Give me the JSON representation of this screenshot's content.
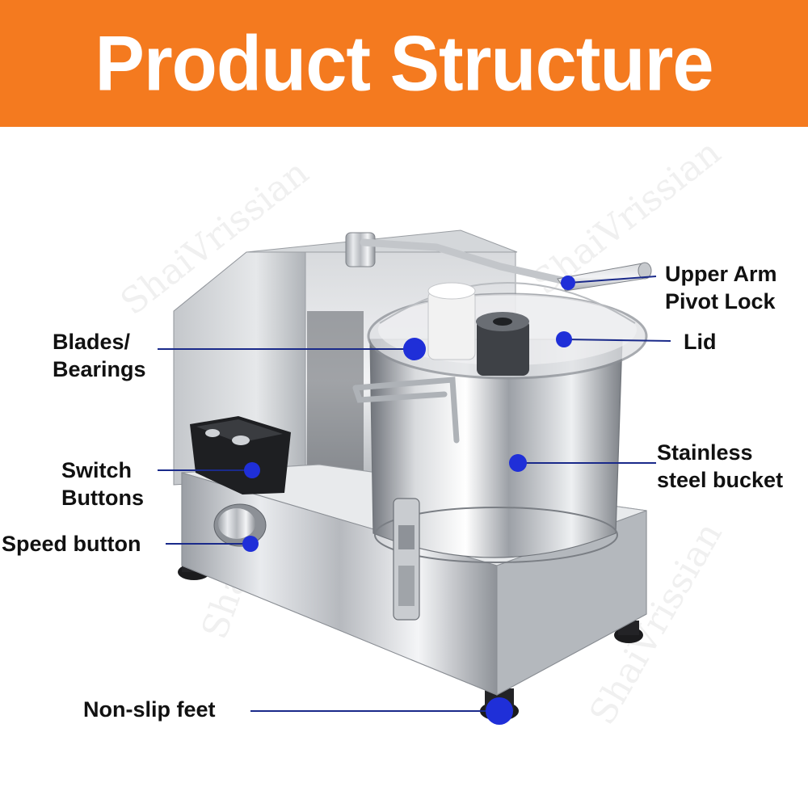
{
  "title": "Product Structure",
  "watermark": "ShaiVrissian",
  "colors": {
    "banner": "#f47a1f",
    "marker": "#1f2fd8",
    "leader": "#1a2a8a"
  },
  "callouts": {
    "upper_arm": {
      "line1": "Upper Arm",
      "line2": "Pivot Lock"
    },
    "lid": {
      "line1": "Lid"
    },
    "blades": {
      "line1": "Blades/",
      "line2": "Bearings"
    },
    "bucket": {
      "line1": "Stainless",
      "line2": "steel bucket"
    },
    "switch": {
      "line1": "Switch",
      "line2": "Buttons"
    },
    "speed": {
      "line1": "Speed button"
    },
    "feet": {
      "line1": "Non-slip feet"
    }
  }
}
